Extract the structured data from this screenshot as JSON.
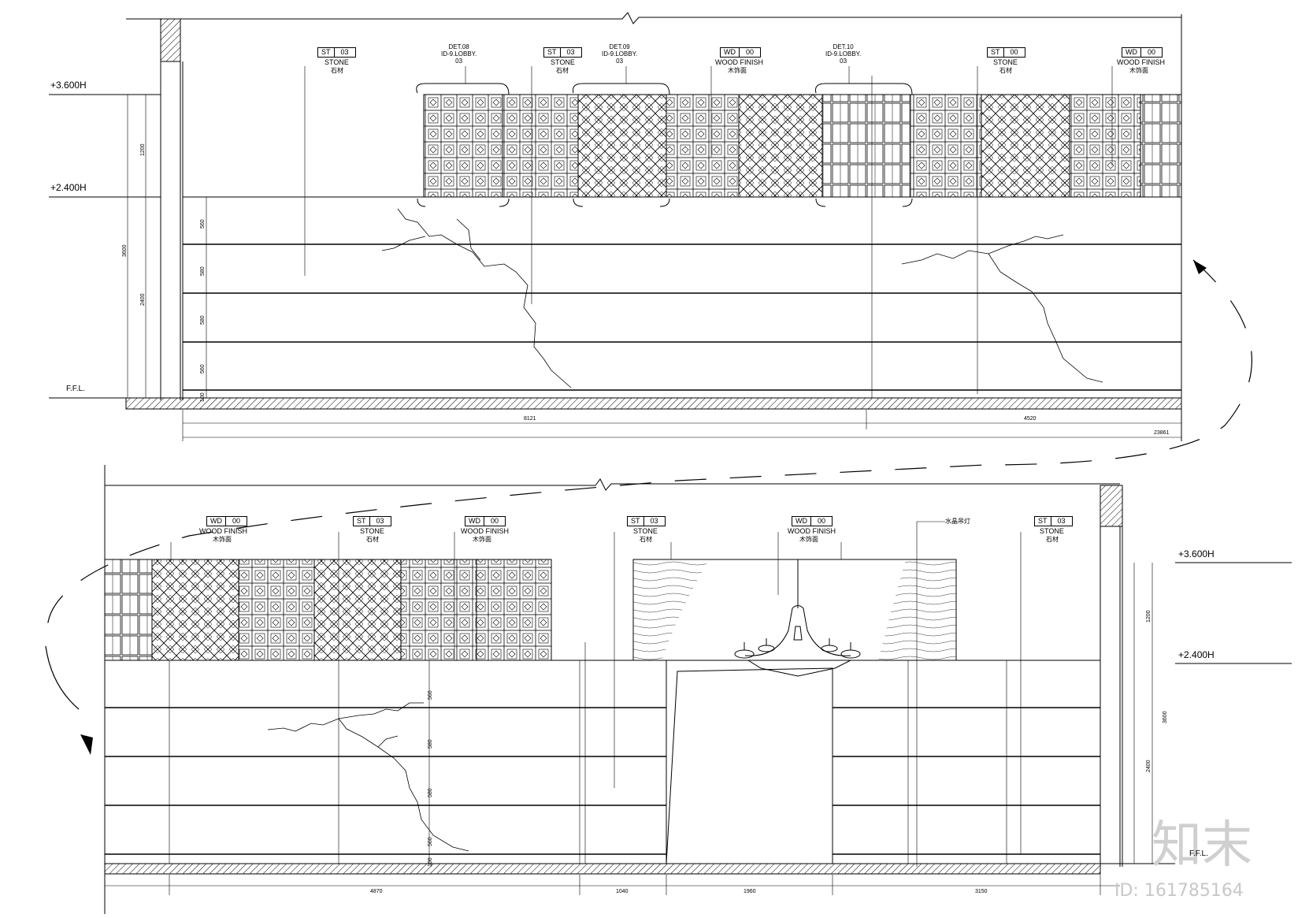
{
  "levels": {
    "top": [
      "+3.600H",
      "+2.400H",
      "F.F.L."
    ],
    "bottom": [
      "+3.600H",
      "+2.400H",
      "F.F.L."
    ]
  },
  "elevation_top": {
    "tags": [
      {
        "kind": "material",
        "code": "ST",
        "num": "03",
        "name": "STONE",
        "cn": "石材"
      },
      {
        "kind": "detail",
        "code": "DET.08",
        "ref": "ID-9.LOBBY.",
        "sheet": "03"
      },
      {
        "kind": "material",
        "code": "ST",
        "num": "03",
        "name": "STONE",
        "cn": "石材"
      },
      {
        "kind": "detail",
        "code": "DET.09",
        "ref": "ID-9.LOBBY.",
        "sheet": "03"
      },
      {
        "kind": "material",
        "code": "WD",
        "num": "00",
        "name": "WOOD FINISH",
        "cn": "木饰面"
      },
      {
        "kind": "detail",
        "code": "DET.10",
        "ref": "ID-9.LOBBY.",
        "sheet": "03"
      },
      {
        "kind": "material",
        "code": "ST",
        "num": "00",
        "name": "STONE",
        "cn": "石材"
      },
      {
        "kind": "material",
        "code": "WD",
        "num": "00",
        "name": "WOOD FINISH",
        "cn": "木饰面"
      }
    ],
    "vertical_dims": [
      "1200",
      "3600",
      "2400",
      "560",
      "580",
      "580",
      "560",
      "100"
    ],
    "horizontal_dims": [
      "8121",
      "4520",
      "23861"
    ]
  },
  "elevation_bottom": {
    "tags": [
      {
        "code": "WD",
        "num": "00",
        "name": "WOOD FINISH",
        "cn": "木饰面"
      },
      {
        "code": "ST",
        "num": "03",
        "name": "STONE",
        "cn": "石材"
      },
      {
        "code": "WD",
        "num": "00",
        "name": "WOOD FINISH",
        "cn": "木饰面"
      },
      {
        "code": "ST",
        "num": "03",
        "name": "STONE",
        "cn": "石材"
      },
      {
        "code": "WD",
        "num": "00",
        "name": "WOOD FINISH",
        "cn": "木饰面"
      },
      {
        "code": "ST",
        "num": "03",
        "name": "STONE",
        "cn": "石材"
      }
    ],
    "chandelier_note": "水晶吊灯",
    "vertical_dims": [
      "560",
      "580",
      "580",
      "560",
      "100",
      "1200",
      "3600",
      "2400"
    ],
    "horizontal_dims": [
      "4870",
      "1040",
      "1960",
      "3150"
    ]
  },
  "watermark": {
    "logo": "知末",
    "id": "ID: 161785164"
  }
}
